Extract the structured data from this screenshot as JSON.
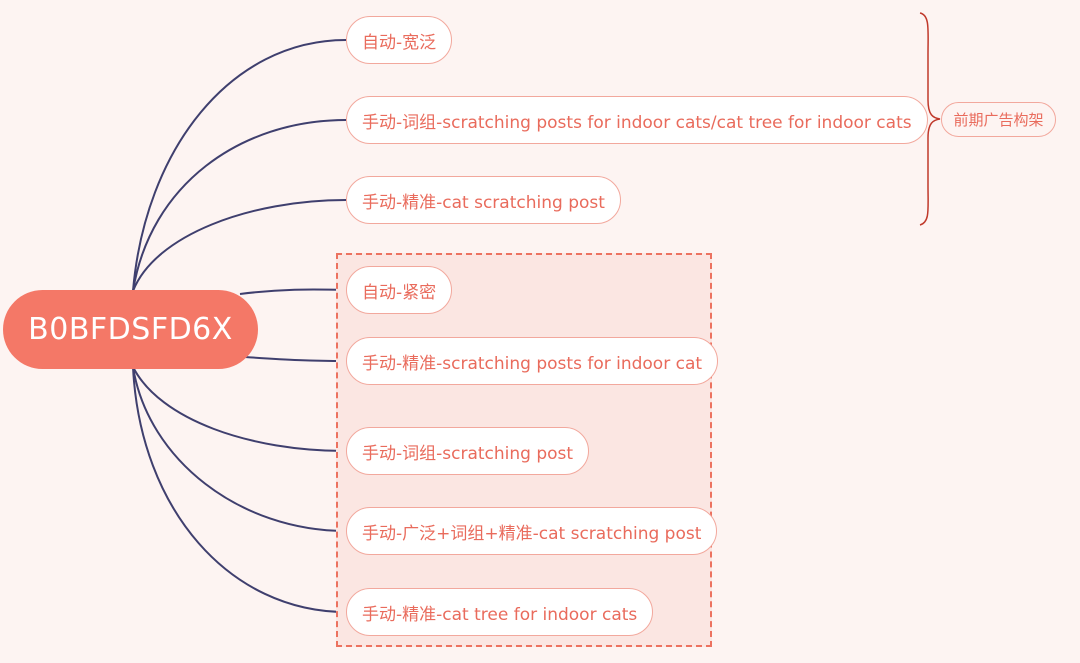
{
  "root": {
    "label": "B0BFDSFD6X"
  },
  "branches": [
    {
      "label": "自动-宽泛"
    },
    {
      "label": "手动-词组-scratching posts for indoor cats/cat tree for indoor cats"
    },
    {
      "label": "手动-精准-cat scratching post"
    },
    {
      "label": "自动-紧密"
    },
    {
      "label": "手动-精准-scratching posts for indoor cat"
    },
    {
      "label": "手动-词组-scratching post"
    },
    {
      "label": "手动-广泛+词组+精准-cat scratching post"
    },
    {
      "label": "手动-精准-cat tree for indoor cats"
    }
  ],
  "summary": {
    "label": "前期广告构架"
  },
  "colors": {
    "background": "#fdf4f2",
    "root_fill": "#f47867",
    "node_text": "#e96b5c",
    "node_border": "#f2a89d",
    "connector": "#3f3f6e",
    "brace": "#c0392b",
    "group_fill": "#fbe6e2",
    "group_border": "#ec7260"
  }
}
